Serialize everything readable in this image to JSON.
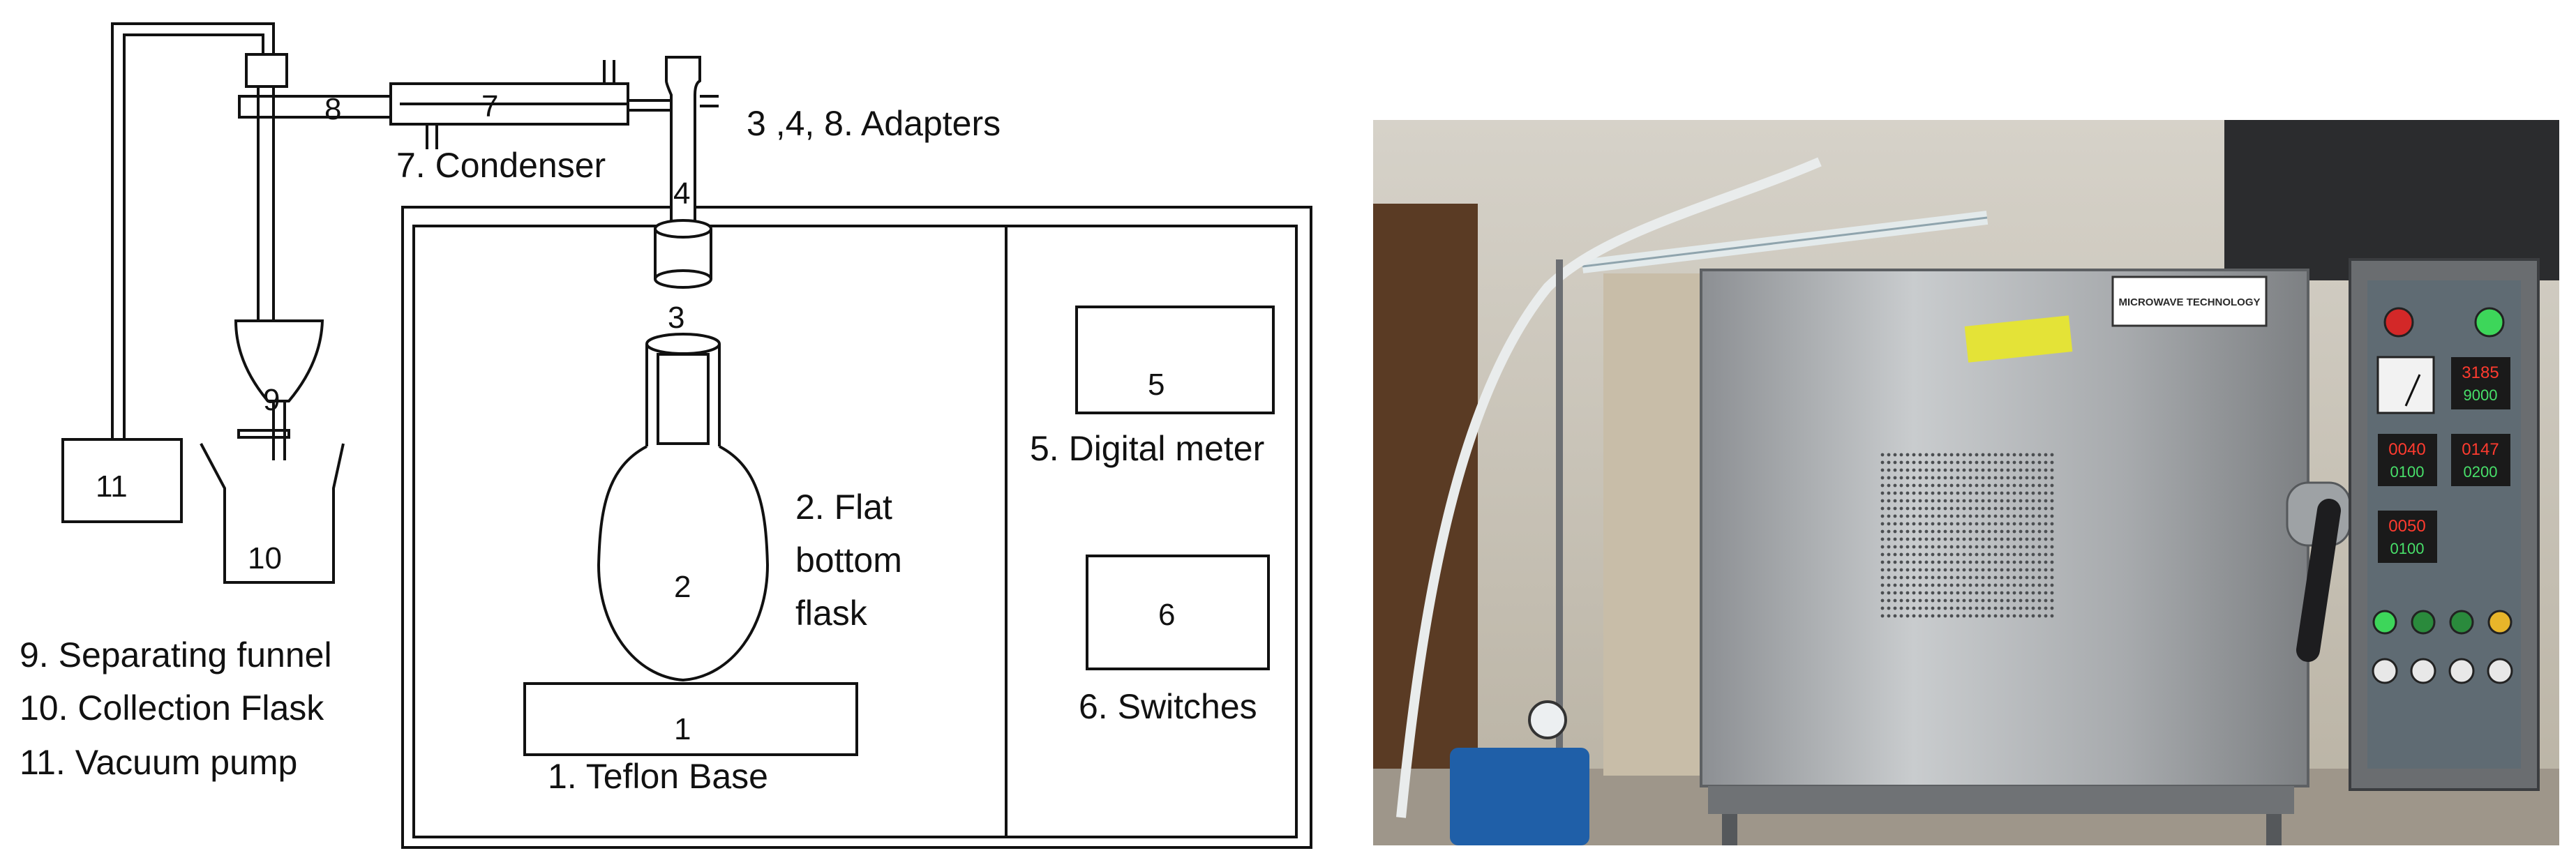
{
  "parts": {
    "p1": "1",
    "p2": "2",
    "p3": "3",
    "p4": "4",
    "p5": "5",
    "p6": "6",
    "p7": "7",
    "p8": "8",
    "p9": "9",
    "p10": "10",
    "p11": "11"
  },
  "labels": {
    "adapters": "3 ,4, 8.  Adapters",
    "condenser": "7. Condenser",
    "flask_line1": "2. Flat",
    "flask_line2": "bottom",
    "flask_line3": "flask",
    "digital_meter": "5. Digital meter",
    "switches": "6. Switches",
    "teflon_base": "1. Teflon Base",
    "separating_funnel": "9. Separating funnel",
    "collection_flask": "10. Collection Flask",
    "vacuum_pump": "11. Vacuum pump"
  },
  "photo": {
    "brand_plate": "MICROWAVE TECHNOLOGY",
    "display_1_top": "3185",
    "display_1_bottom": "9000",
    "display_2_top": "0040",
    "display_2_bottom": "0100",
    "display_3_top": "0147",
    "display_3_bottom": "0200",
    "display_4_top": "0050",
    "display_4_bottom": "0100"
  }
}
